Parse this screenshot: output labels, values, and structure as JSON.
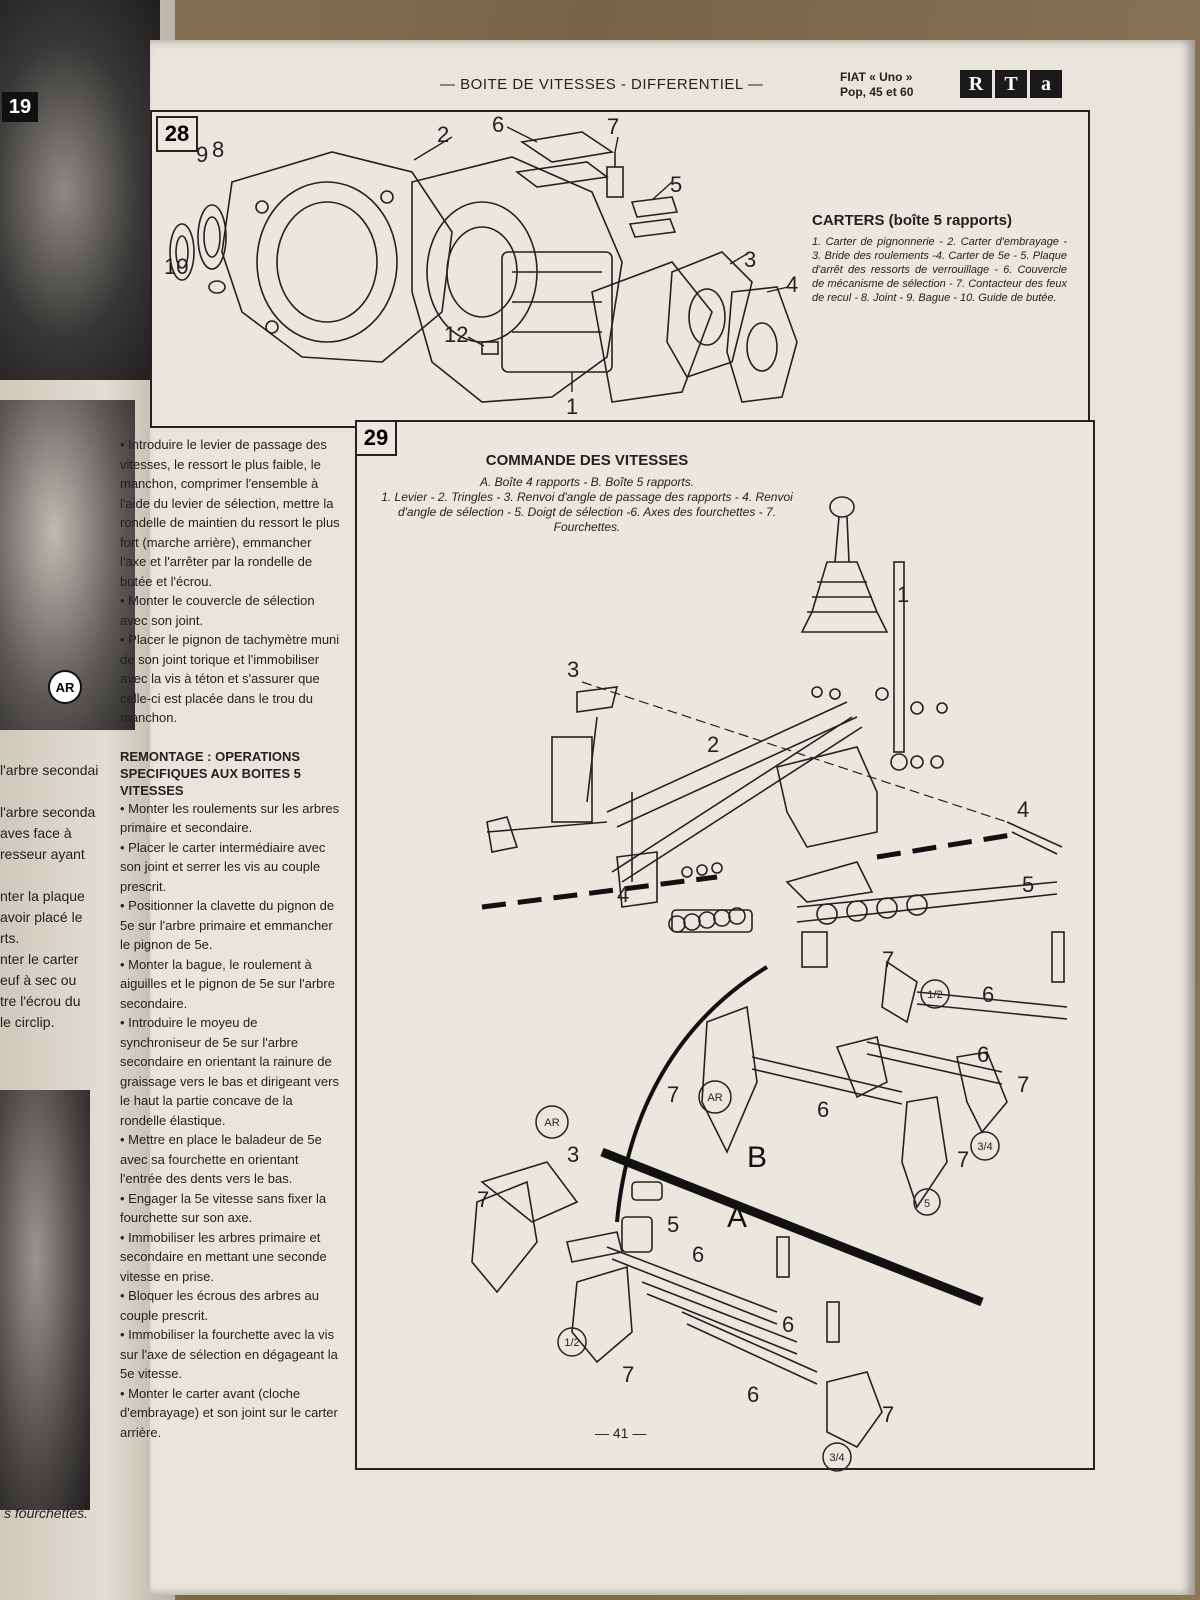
{
  "left_page": {
    "badge": "19",
    "ar_badge": "AR",
    "text_lines": [
      "l'arbre secondai",
      "",
      "l'arbre seconda",
      "aves face à",
      "resseur ayant",
      "",
      "nter la plaque",
      " avoir placé le",
      "rts.",
      "nter le carter",
      "euf à sec ou",
      "tre l'écrou du",
      " le circlip."
    ],
    "caption": "s fourchettes."
  },
  "header": {
    "title": "— BOITE DE VITESSES - DIFFERENTIEL —",
    "model_line1": "FIAT « Uno »",
    "model_line2": "Pop, 45 et 60",
    "logo": [
      "R",
      "T",
      "a"
    ]
  },
  "fig28": {
    "number": "28",
    "title": "CARTERS (boîte 5 rapports)",
    "description": "1. Carter de pignonnerie - 2. Carter d'embrayage - 3. Bride des roulements -4. Carter de 5e - 5. Plaque d'arrêt des ressorts de verrouillage - 6. Couvercle de mécanisme de sélection - 7. Contacteur des feux de recul - 8. Joint - 9. Bague - 10. Guide de butée.",
    "labels": [
      "9",
      "8",
      "10",
      "2",
      "6",
      "7",
      "5",
      "3",
      "4",
      "12",
      "1"
    ]
  },
  "column": {
    "intro": "• Introduire le levier de passage des vitesses, le ressort le plus faible, le manchon, comprimer l'ensemble à l'aide du levier de sélection, mettre la rondelle de maintien du ressort le plus fort (marche arrière), emmancher l'axe et l'arrêter par la rondelle de butée et l'écrou.",
    "p2": "• Monter le couvercle de sélection avec son joint.",
    "p3": "• Placer le pignon de tachymètre muni de son joint torique et l'immobiliser avec la vis à téton et s'assurer que celle-ci est placée dans le trou du manchon.",
    "heading": "REMONTAGE : OPERATIONS SPECIFIQUES AUX BOITES 5 VITESSES",
    "items": [
      "• Monter les roulements sur les arbres primaire et secondaire.",
      "• Placer le carter intermédiaire avec son joint et serrer les vis au couple prescrit.",
      "• Positionner la clavette du pignon de 5e sur l'arbre primaire et emmancher le pignon de 5e.",
      "• Monter la bague, le roulement à aiguilles et le pignon de 5e sur l'arbre secondaire.",
      "• Introduire le moyeu de synchroniseur de 5e sur l'arbre secondaire en orientant la rainure de graissage vers le bas et dirigeant vers le haut la partie concave de la rondelle élastique.",
      "• Mettre en place le baladeur de 5e avec sa fourchette en orientant l'entrée des dents vers le bas.",
      "• Engager la 5e vitesse sans fixer la fourchette sur son axe.",
      "• Immobiliser les arbres primaire et secondaire en mettant une seconde vitesse en prise.",
      "• Bloquer les écrous des arbres au couple prescrit.",
      "• Immobiliser la fourchette avec la vis sur l'axe de sélection en dégageant la 5e vitesse.",
      "• Monter le carter avant (cloche d'embrayage) et son joint sur le carter arrière."
    ]
  },
  "fig29": {
    "number": "29",
    "title": "COMMANDE DES VITESSES",
    "subtitle": "A. Boîte 4 rapports - B. Boîte 5 rapports.",
    "description": "1. Levier - 2. Tringles - 3. Renvoi d'angle de passage des rapports - 4. Renvoi d'angle de sélection - 5. Doigt de sélection -6. Axes des fourchettes - 7. Fourchettes.",
    "labels": {
      "l1": "1",
      "l2": "2",
      "l3": "3",
      "l4a": "4",
      "l4b": "4",
      "l5a": "5",
      "l5b": "5",
      "l6": "6",
      "l7": "7",
      "A": "A",
      "B": "B",
      "AR": "AR",
      "half": "1/2",
      "quarter": "3/4",
      "five": "5"
    }
  },
  "footer": {
    "page": "— 41 —"
  }
}
